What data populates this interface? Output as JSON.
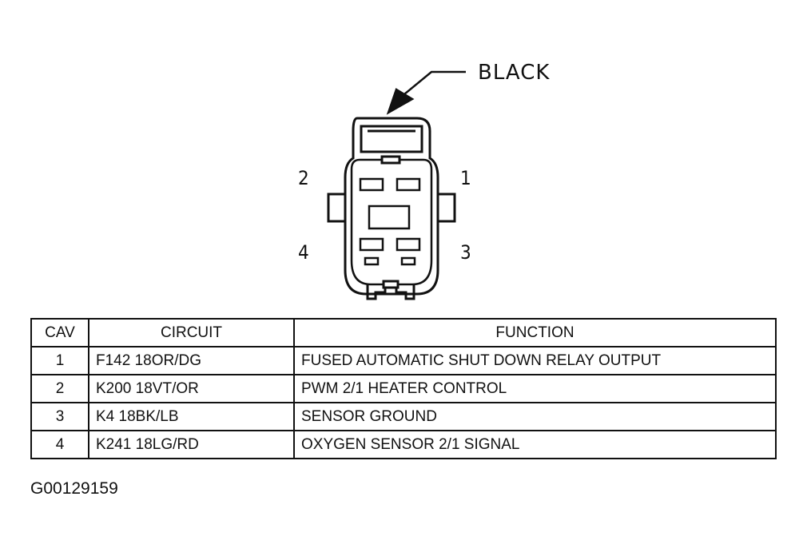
{
  "connector": {
    "color_label": "BLACK",
    "cavity_numbers": [
      "1",
      "2",
      "3",
      "4"
    ]
  },
  "table": {
    "headers": [
      "CAV",
      "CIRCUIT",
      "FUNCTION"
    ],
    "rows": [
      {
        "cav": "1",
        "circuit": "F142 18OR/DG",
        "function": "FUSED AUTOMATIC SHUT DOWN RELAY OUTPUT"
      },
      {
        "cav": "2",
        "circuit": "K200 18VT/OR",
        "function": "PWM 2/1 HEATER CONTROL"
      },
      {
        "cav": "3",
        "circuit": "K4 18BK/LB",
        "function": "SENSOR GROUND"
      },
      {
        "cav": "4",
        "circuit": "K241 18LG/RD",
        "function": "OXYGEN SENSOR 2/1 SIGNAL"
      }
    ]
  },
  "figure_id": "G00129159"
}
